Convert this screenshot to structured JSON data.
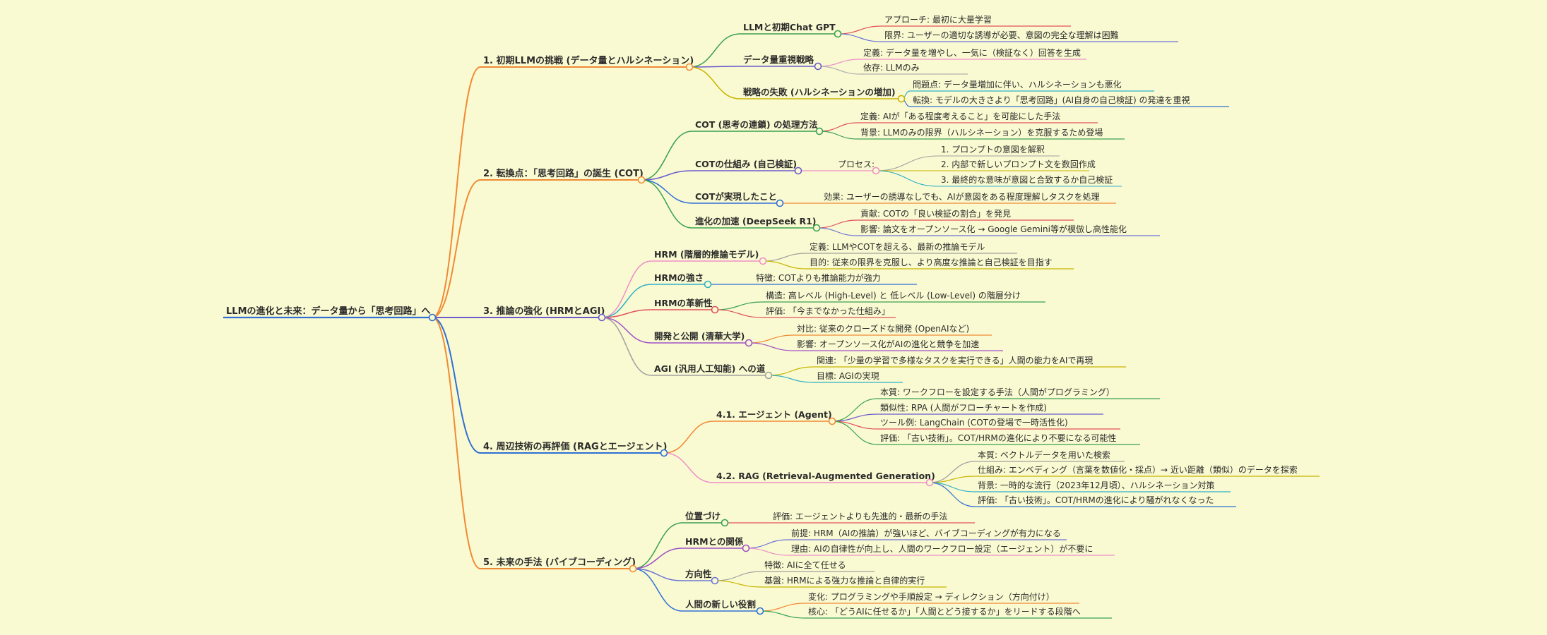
{
  "root": {
    "label": "LLMの進化と未来：データ量から「思考回路」へ",
    "color": "#2f6fd6"
  },
  "branches": [
    {
      "label": "1. 初期LLMの挑戦 (データ量とハルシネーション)",
      "color": "#f08a34",
      "children": [
        {
          "label": "LLMと初期Chat GPT",
          "color": "#3aa050",
          "children": [
            {
              "label": "アプローチ: 最初に大量学習",
              "color": "#e0505a"
            },
            {
              "label": "限界: ユーザーの適切な誘導が必要、意図の完全な理解は困難",
              "color": "#6b74d6"
            }
          ]
        },
        {
          "label": "データ量重視戦略",
          "color": "#6a5acd",
          "children": [
            {
              "label": "定義: データ量を増やし、一気に（検証なく）回答を生成",
              "color": "#ee8fc8"
            },
            {
              "label": "依存: LLMのみ",
              "color": "#b0b0b0"
            }
          ]
        },
        {
          "label": "戦略の失敗 (ハルシネーションの増加)",
          "color": "#c8b400",
          "children": [
            {
              "label": "問題点: データ量増加に伴い、ハルシネーションも悪化",
              "color": "#2eb0c8"
            },
            {
              "label": "転換: モデルの大きさより「思考回路」(AI自身の自己検証) の発達を重視",
              "color": "#2f6fd6"
            }
          ]
        }
      ]
    },
    {
      "label": "2. 転換点：「思考回路」の誕生 (COT)",
      "color": "#f08a34",
      "children": [
        {
          "label": "COT (思考の連鎖) の処理方法",
          "color": "#3aa050",
          "children": [
            {
              "label": "定義: AIが「ある程度考えること」を可能にした手法",
              "color": "#e0505a"
            },
            {
              "label": "背景: LLMのみの限界（ハルシネーション）を克服するため登場",
              "color": "#3aa050"
            }
          ]
        },
        {
          "label": "COTの仕組み (自己検証)",
          "color": "#6a5acd",
          "children": [
            {
              "label": "プロセス:",
              "color": "#ee8fc8",
              "children": [
                {
                  "label": "1. プロンプトの意図を解釈",
                  "color": "#a0a0a0"
                },
                {
                  "label": "2. 内部で新しいプロンプト文を数回作成",
                  "color": "#c8b400"
                },
                {
                  "label": "3. 最終的な意味が意図と合致するか自己検証",
                  "color": "#2eb0c8"
                }
              ]
            }
          ]
        },
        {
          "label": "COTが実現したこと",
          "color": "#2f6fd6",
          "children": [
            {
              "label": "効果: ユーザーの誘導なしでも、AIが意図をある程度理解しタスクを処理",
              "color": "#f08a34"
            }
          ]
        },
        {
          "label": "進化の加速 (DeepSeek R1)",
          "color": "#3aa050",
          "children": [
            {
              "label": "貢献: COTの「良い検証の割合」を発見",
              "color": "#e0505a"
            },
            {
              "label": "影響: 論文をオープンソース化 → Google Gemini等が模倣し高性能化",
              "color": "#6b74d6"
            }
          ]
        }
      ]
    },
    {
      "label": "3. 推論の強化 (HRMとAGI)",
      "color": "#6a5acd",
      "children": [
        {
          "label": "HRM (階層的推論モデル)",
          "color": "#ee8fc8",
          "children": [
            {
              "label": "定義: LLMやCOTを超える、最新の推論モデル",
              "color": "#a0a0a0"
            },
            {
              "label": "目的: 従来の限界を克服し、より高度な推論と自己検証を目指す",
              "color": "#c8b400"
            }
          ]
        },
        {
          "label": "HRMの強さ",
          "color": "#2eb0c8",
          "children": [
            {
              "label": "特徴: COTよりも推論能力が強力",
              "color": "#2f6fd6"
            }
          ]
        },
        {
          "label": "HRMの革新性",
          "color": "#e0505a",
          "children": [
            {
              "label": "構造: 高レベル (High-Level) と 低レベル (Low-Level) の階層分け",
              "color": "#3aa050"
            },
            {
              "label": "評価: 「今までなかった仕組み」",
              "color": "#e0505a"
            }
          ]
        },
        {
          "label": "開発と公開 (清華大学)",
          "color": "#a050c8",
          "children": [
            {
              "label": "対比: 従来のクローズドな開発 (OpenAIなど)",
              "color": "#f08a34"
            },
            {
              "label": "影響: オープンソース化がAIの進化と競争を加速",
              "color": "#a050c8"
            }
          ]
        },
        {
          "label": "AGI (汎用人工知能) への道",
          "color": "#a0a0a0",
          "children": [
            {
              "label": "関連: 「少量の学習で多様なタスクを実行できる」人間の能力をAIで再現",
              "color": "#c8b400"
            },
            {
              "label": "目標: AGIの実現",
              "color": "#2eb0c8"
            }
          ]
        }
      ]
    },
    {
      "label": "4. 周辺技術の再評価 (RAGとエージェント)",
      "color": "#2f6fd6",
      "children": [
        {
          "label": "4.1. エージェント (Agent)",
          "color": "#f08a34",
          "children": [
            {
              "label": "本質: ワークフローを設定する手法（人間がプログラミング）",
              "color": "#3aa050"
            },
            {
              "label": "類似性: RPA (人間がフローチャートを作成)",
              "color": "#6a5acd"
            },
            {
              "label": "ツール例: LangChain (COTの登場で一時活性化)",
              "color": "#e0505a"
            },
            {
              "label": "評価: 「古い技術」。COT/HRMの進化により不要になる可能性",
              "color": "#3aa050"
            }
          ]
        },
        {
          "label": "4.2. RAG (Retrieval-Augmented Generation)",
          "color": "#ee8fc8",
          "children": [
            {
              "label": "本質: ベクトルデータを用いた検索",
              "color": "#a0a0a0"
            },
            {
              "label": "仕組み: エンベディング（言葉を数値化・採点）→ 近い距離（類似）のデータを探索",
              "color": "#c8b400"
            },
            {
              "label": "背景: 一時的な流行（2023年12月頃）、ハルシネーション対策",
              "color": "#2eb0c8"
            },
            {
              "label": "評価: 「古い技術」。COT/HRMの進化により騒がれなくなった",
              "color": "#2f6fd6"
            }
          ]
        }
      ]
    },
    {
      "label": "5. 未来の手法 (バイブコーディング)",
      "color": "#f08a34",
      "children": [
        {
          "label": "位置づけ",
          "color": "#3aa050",
          "children": [
            {
              "label": "評価: エージェントよりも先進的・最新の手法",
              "color": "#e0505a"
            }
          ]
        },
        {
          "label": "HRMとの関係",
          "color": "#a050c8",
          "children": [
            {
              "label": "前提: HRM（AIの推論）が強いほど、バイブコーディングが有力になる",
              "color": "#6b74d6"
            },
            {
              "label": "理由: AIの自律性が向上し、人間のワークフロー設定（エージェント）が不要に",
              "color": "#ee8fc8"
            }
          ]
        },
        {
          "label": "方向性",
          "color": "#6b74d6",
          "children": [
            {
              "label": "特徴: AIに全て任せる",
              "color": "#a0a0a0"
            },
            {
              "label": "基盤: HRMによる強力な推論と自律的実行",
              "color": "#c8b400"
            }
          ]
        },
        {
          "label": "人間の新しい役割",
          "color": "#2f6fd6",
          "children": [
            {
              "label": "変化: プログラミングや手順設定 → ディレクション（方向付け）",
              "color": "#f08a34"
            },
            {
              "label": "核心: 「どうAIに任せるか」「人間とどう接するか」をリードする段階へ",
              "color": "#3aa050"
            }
          ]
        }
      ]
    }
  ]
}
